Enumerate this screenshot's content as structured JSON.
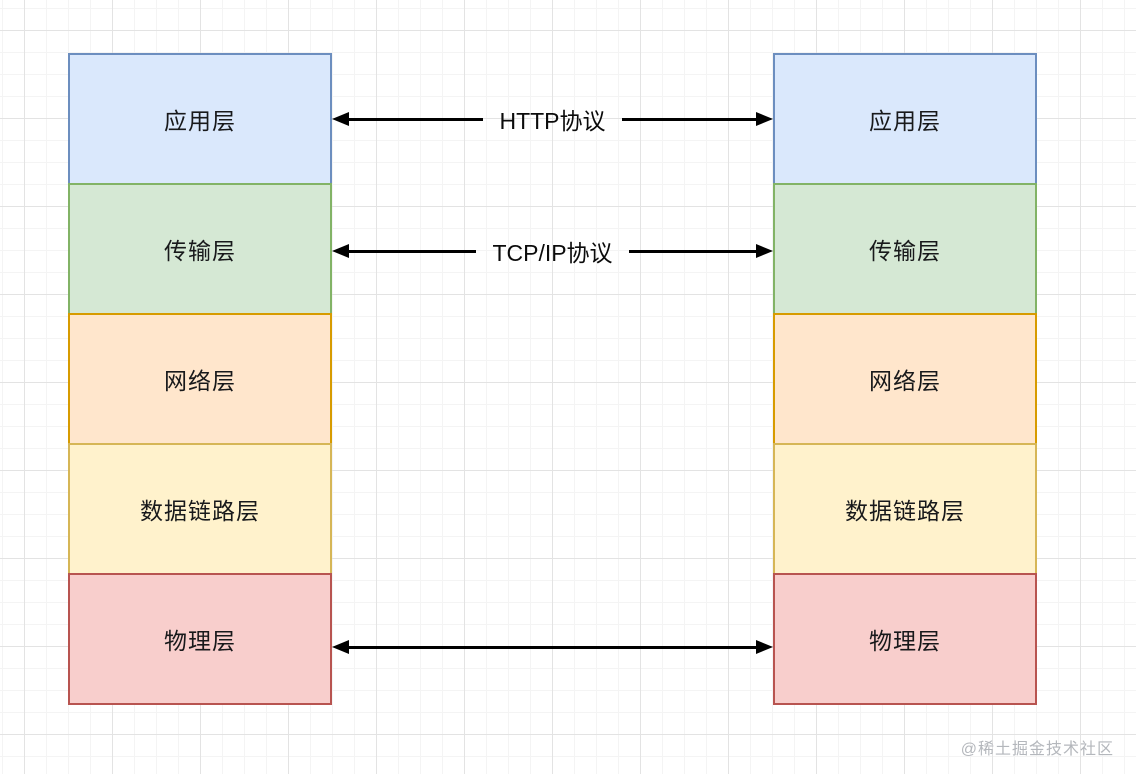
{
  "page": {
    "background_color": "#ffffff",
    "grid_minor_color": "#f4f4f4",
    "grid_major_color": "#e3e3e3"
  },
  "diagram": {
    "layers": [
      {
        "label": "应用层",
        "fill": "#dae8fc",
        "border": "#6c8ebf"
      },
      {
        "label": "传输层",
        "fill": "#d5e8d4",
        "border": "#82b366"
      },
      {
        "label": "网络层",
        "fill": "#ffe6cc",
        "border": "#d79b00"
      },
      {
        "label": "数据链路层",
        "fill": "#fff2cc",
        "border": "#d6b656"
      },
      {
        "label": "物理层",
        "fill": "#f8cecc",
        "border": "#b85450"
      }
    ],
    "connections": [
      {
        "label": "HTTP协议"
      },
      {
        "label": "TCP/IP协议"
      },
      {
        "label": ""
      }
    ],
    "arrow_color": "#000000",
    "watermark": "@稀土掘金技术社区"
  }
}
